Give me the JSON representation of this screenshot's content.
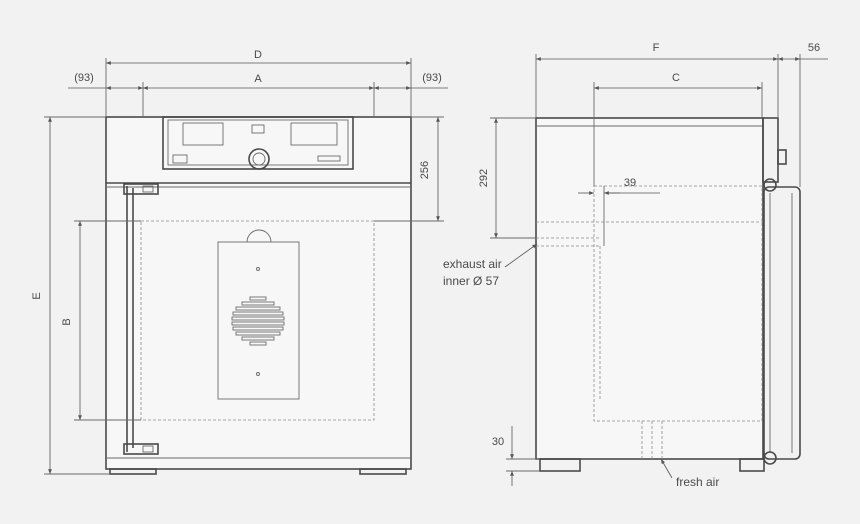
{
  "front_view": {
    "dimensions": {
      "D": "D",
      "A": "A",
      "left_offset": "(93)",
      "right_offset": "(93)",
      "E": "E",
      "B": "B",
      "panel_height": "256"
    }
  },
  "side_view": {
    "dimensions": {
      "F": "F",
      "C": "C",
      "handle_depth": "56",
      "top_offset": "292",
      "exhaust_offset": "39",
      "bottom_height": "30"
    },
    "annotations": {
      "exhaust_line1": "exhaust air",
      "exhaust_line2": "inner Ø 57",
      "fresh_air": "fresh air"
    }
  }
}
